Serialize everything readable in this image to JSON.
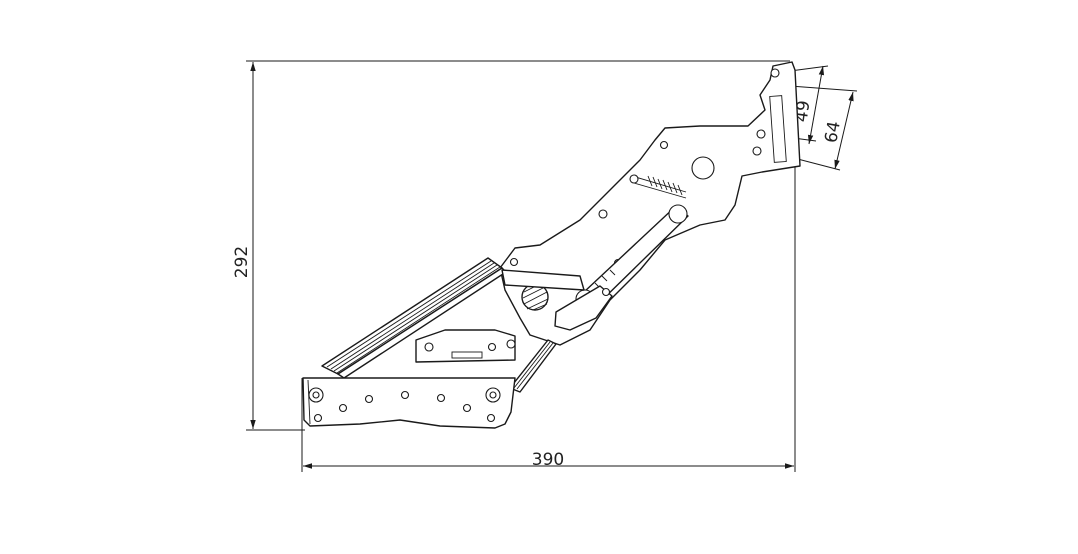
{
  "dimensions": {
    "height_label": "292",
    "width_label": "390",
    "hole_spacing_short": "49",
    "hole_spacing_long": "64"
  }
}
